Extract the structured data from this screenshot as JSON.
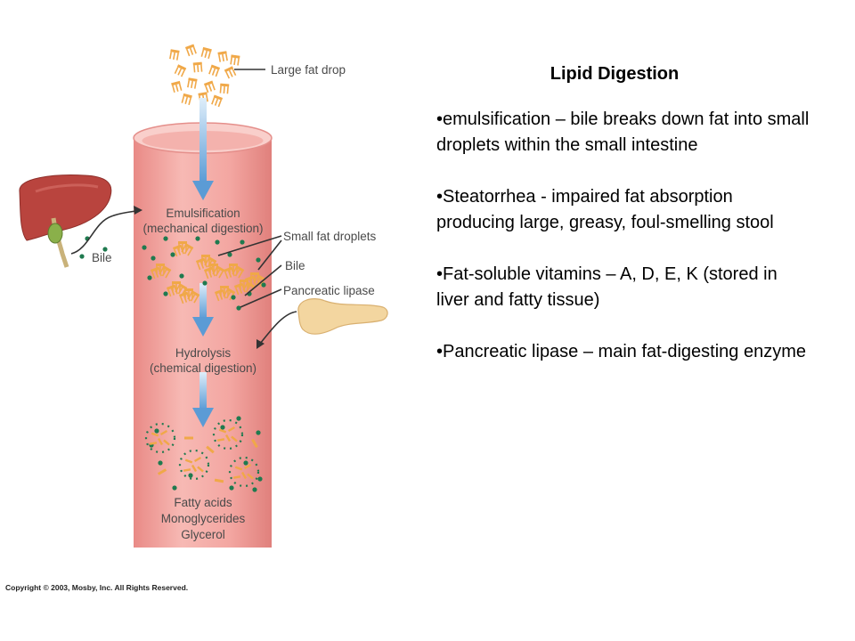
{
  "slide": {
    "title": "Lipid Digestion",
    "bullets": [
      "•emulsification – bile breaks down fat into small droplets within the small intestine",
      "•Steatorrhea - impaired fat absorption producing large, greasy, foul-smelling stool",
      "•Fat-soluble vitamins – A, D, E, K (stored in liver and fatty tissue)",
      "•Pancreatic lipase – main fat-digesting enzyme"
    ]
  },
  "diagram": {
    "labels": {
      "large_fat_drop": "Large fat drop",
      "emulsification_1": "Emulsification",
      "emulsification_2": "(mechanical digestion)",
      "small_fat_droplets": "Small fat droplets",
      "bile_right": "Bile",
      "pancreatic_lipase": "Pancreatic lipase",
      "bile_left": "Bile",
      "hydrolysis_1": "Hydrolysis",
      "hydrolysis_2": "(chemical digestion)",
      "fatty_acids": "Fatty acids",
      "monoglycerides": "Monoglycerides",
      "glycerol": "Glycerol"
    },
    "colors": {
      "intestine": "#f2a4a0",
      "fat": "#f0a848",
      "bile_dot": "#1f7a4f",
      "arrow": "#6aa6dc",
      "liver": "#b9443e",
      "pancreas": "#f3d6a0"
    }
  },
  "copyright": "Copyright © 2003, Mosby, Inc. All Rights Reserved."
}
